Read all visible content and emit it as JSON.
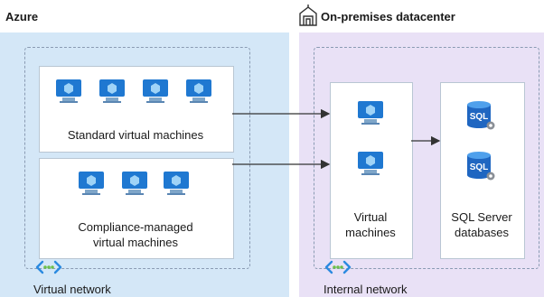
{
  "azure": {
    "title": "Azure",
    "network_label": "Virtual network",
    "standard_label": "Standard virtual machines",
    "compliance_label_line1": "Compliance-managed",
    "compliance_label_line2": "virtual machines"
  },
  "onprem": {
    "title": "On-premises datacenter",
    "network_label": "Internal network",
    "vm_label_line1": "Virtual",
    "vm_label_line2": "machines",
    "sql_label_line1": "SQL Server",
    "sql_label_line2": "databases",
    "sql_text": "SQL"
  },
  "colors": {
    "azure_bg": "#d4e7f7",
    "onprem_bg": "#e9e1f6",
    "vm_blue": "#1f78d1",
    "arrow": "#333333"
  }
}
